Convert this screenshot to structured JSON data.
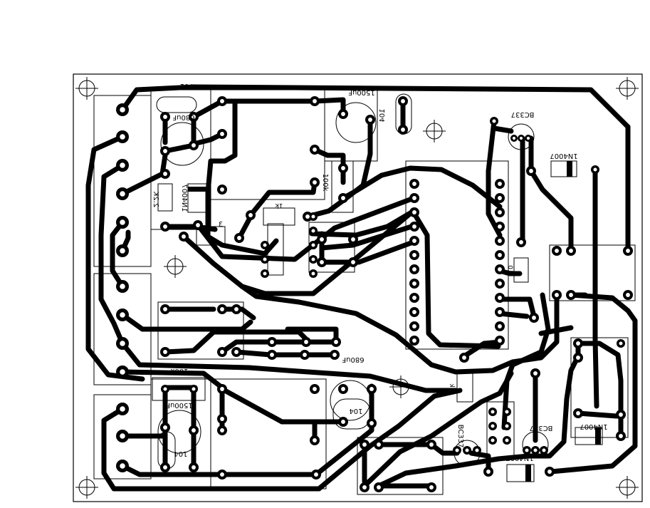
{
  "board": {
    "colors": {
      "copper": "#000000",
      "silkscreen": "#000000",
      "background": "#ffffff"
    }
  },
  "labels": {
    "c_104_top": "104",
    "c_680uf_top": "680uF",
    "c_1500uf_top": "1500uF",
    "c_104_top_right": "104",
    "r_100k_top": "100k",
    "bc337_top": "BC337",
    "d_1n4007_top_right": "1N4007",
    "d_1n4007_left": "1N4007",
    "r_2k2_left": "2.2K",
    "pad_3": "3",
    "r_1k_top": "1k",
    "r_10_mid": "10",
    "c_680uf_mid": "680uF",
    "r_100k_bottom": "100k",
    "c_1500uf_bottom": "1500uF",
    "c_104_bottom_left": "104",
    "c_104_bottom_mid": "104",
    "bc337_bottom_mid": "BC337",
    "bc337_bottom_right": "BC337",
    "d_1n4007_bottom_mid": "1N4007",
    "d_1n4007_bottom_right": "1N4007",
    "r_1k_bottom": "1k"
  }
}
